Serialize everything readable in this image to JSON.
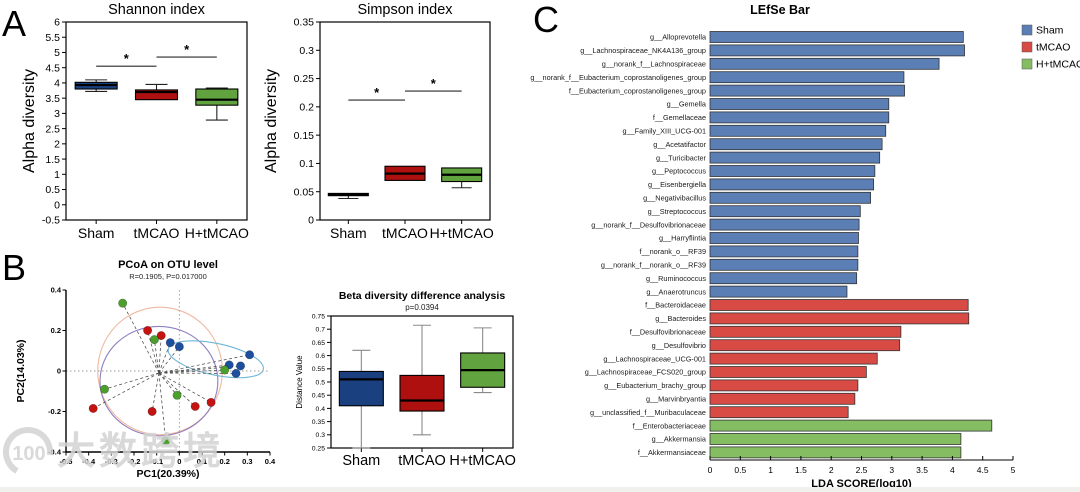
{
  "panels": {
    "a_label": "A",
    "b_label": "B",
    "c_label": "C"
  },
  "watermark": {
    "logo_text": "100",
    "text": "大数跨境"
  },
  "colors": {
    "sham_box": "#1b4080",
    "tmcao_box": "#ad100e",
    "htmcao_box": "#61a33e",
    "sham_bar": "#5b7fb5",
    "tmcao_bar": "#d84b45",
    "htmcao_bar": "#84bd62",
    "sham_point": "#1d4f9e",
    "tmcao_point": "#c41310",
    "htmcao_point": "#4ba02b",
    "axis_black": "#000000",
    "whisker_gray": "#8a8a8a",
    "sig_line": "#2a2a2a",
    "watermark_gray": "#d3d3d3"
  },
  "chart_data": [
    {
      "id": "shannon",
      "type": "box",
      "title": "Shannon index",
      "ylabel": "Alpha diversity",
      "categories": [
        "Sham",
        "tMCAO",
        "H+tMCAO"
      ],
      "ylim": [
        -0.5,
        6
      ],
      "yticks": [
        -0.5,
        0,
        0.5,
        1,
        1.5,
        2,
        2.5,
        3,
        3.5,
        4,
        4.5,
        5,
        5.5,
        6
      ],
      "boxes": [
        {
          "group": "Sham",
          "whisker_low": 3.72,
          "q1": 3.8,
          "median": 3.93,
          "q3": 4.02,
          "whisker_high": 4.1
        },
        {
          "group": "tMCAO",
          "whisker_low": 3.45,
          "q1": 3.45,
          "median": 3.7,
          "q3": 3.77,
          "whisker_high": 3.95
        },
        {
          "group": "H+tMCAO",
          "whisker_low": 2.78,
          "q1": 3.27,
          "median": 3.45,
          "q3": 3.8,
          "whisker_high": 3.83
        }
      ],
      "significance": [
        {
          "from": "Sham",
          "to": "tMCAO",
          "y": 4.55,
          "label": "*"
        },
        {
          "from": "tMCAO",
          "to": "H+tMCAO",
          "y": 4.85,
          "label": "*"
        }
      ]
    },
    {
      "id": "simpson",
      "type": "box",
      "title": "Simpson index",
      "ylabel": "Alpha diversity",
      "categories": [
        "Sham",
        "tMCAO",
        "H+tMCAO"
      ],
      "ylim": [
        0,
        0.35
      ],
      "yticks": [
        0,
        0.05,
        0.1,
        0.15,
        0.2,
        0.25,
        0.3,
        0.35
      ],
      "boxes": [
        {
          "group": "Sham",
          "whisker_low": 0.038,
          "q1": 0.043,
          "median": 0.045,
          "q3": 0.047,
          "whisker_high": 0.047
        },
        {
          "group": "tMCAO",
          "whisker_low": 0.07,
          "q1": 0.07,
          "median": 0.082,
          "q3": 0.095,
          "whisker_high": 0.095
        },
        {
          "group": "H+tMCAO",
          "whisker_low": 0.057,
          "q1": 0.068,
          "median": 0.08,
          "q3": 0.092,
          "whisker_high": 0.092
        }
      ],
      "significance": [
        {
          "from": "Sham",
          "to": "tMCAO",
          "y": 0.212,
          "label": "*"
        },
        {
          "from": "tMCAO",
          "to": "H+tMCAO",
          "y": 0.228,
          "label": "*"
        }
      ]
    },
    {
      "id": "pcoa",
      "type": "scatter",
      "title": "PCoA on OTU level",
      "subtitle": "R=0.1905, P=0.017000",
      "xlabel": "PC1(20.39%)",
      "ylabel": "PC2(14.03%)",
      "xlim": [
        -0.5,
        0.4
      ],
      "ylim": [
        -0.4,
        0.4
      ],
      "xticks": [
        -0.5,
        -0.4,
        -0.3,
        -0.2,
        -0.1,
        0,
        0.1,
        0.2,
        0.3,
        0.4
      ],
      "yticks": [
        -0.4,
        -0.2,
        0,
        0.2,
        0.4
      ],
      "centroid": [
        -0.09,
        -0.01
      ],
      "series": [
        {
          "name": "Sham",
          "points": [
            [
              -0.04,
              0.14
            ],
            [
              0.0,
              0.12
            ],
            [
              0.22,
              0.03
            ],
            [
              0.27,
              0.025
            ],
            [
              0.25,
              -0.012
            ],
            [
              0.31,
              0.08
            ]
          ]
        },
        {
          "name": "tMCAO",
          "points": [
            [
              -0.14,
              0.2
            ],
            [
              -0.08,
              0.175
            ],
            [
              -0.38,
              -0.185
            ],
            [
              -0.12,
              -0.2
            ],
            [
              0.07,
              -0.175
            ],
            [
              0.14,
              -0.155
            ]
          ]
        },
        {
          "name": "H+tMCAO",
          "points": [
            [
              -0.25,
              0.335
            ],
            [
              -0.11,
              0.155
            ],
            [
              0.2,
              0.005
            ],
            [
              -0.33,
              -0.09
            ],
            [
              -0.01,
              -0.12
            ],
            [
              -0.06,
              -0.345
            ]
          ]
        }
      ],
      "ellipses": [
        {
          "name": "ellipse-orange",
          "cx": -0.085,
          "cy": 0.0,
          "rx": 0.275,
          "ry": 0.315,
          "rotate": 0,
          "color": "#f0b9a0"
        },
        {
          "name": "ellipse-purple",
          "cx": -0.09,
          "cy": -0.05,
          "rx": 0.26,
          "ry": 0.27,
          "rotate": 0,
          "color": "#8f7fbf"
        },
        {
          "name": "ellipse-blue",
          "cx": 0.161,
          "cy": 0.058,
          "rx": 0.214,
          "ry": 0.078,
          "rotate": 12,
          "color": "#6fb6d8"
        }
      ]
    },
    {
      "id": "beta",
      "type": "box",
      "title": "Beta diversity difference analysis",
      "subtitle": "p=0.0394",
      "ylabel": "Distance Value",
      "categories": [
        "Sham",
        "tMCAO",
        "H+tMCAO"
      ],
      "ylim": [
        0.25,
        0.75
      ],
      "yticks": [
        0.25,
        0.3,
        0.35,
        0.4,
        0.45,
        0.5,
        0.55,
        0.6,
        0.65,
        0.7,
        0.75
      ],
      "boxes": [
        {
          "group": "Sham",
          "whisker_low": 0.25,
          "q1": 0.41,
          "median": 0.51,
          "q3": 0.54,
          "whisker_high": 0.62
        },
        {
          "group": "tMCAO",
          "whisker_low": 0.3,
          "q1": 0.39,
          "median": 0.43,
          "q3": 0.525,
          "whisker_high": 0.715
        },
        {
          "group": "H+tMCAO",
          "whisker_low": 0.46,
          "q1": 0.48,
          "median": 0.545,
          "q3": 0.61,
          "whisker_high": 0.705
        }
      ]
    },
    {
      "id": "lefse",
      "type": "bar",
      "title": "LEfSe Bar",
      "xlabel": "LDA SCORE(log10)",
      "xlim": [
        0,
        5
      ],
      "xticks": [
        0,
        0.5,
        1,
        1.5,
        2,
        2.5,
        3,
        3.5,
        4,
        4.5,
        5
      ],
      "legend": [
        "Sham",
        "tMCAO",
        "H+tMCAO"
      ],
      "bars": [
        {
          "taxon": "g__Alloprevotella",
          "group": "Sham",
          "value": 4.18
        },
        {
          "taxon": "g__Lachnospiraceae_NK4A136_group",
          "group": "Sham",
          "value": 4.2
        },
        {
          "taxon": "g__norank_f__Lachnospiraceae",
          "group": "Sham",
          "value": 3.78
        },
        {
          "taxon": "g__norank_f__Eubacterium_coprostanoligenes_group",
          "group": "Sham",
          "value": 3.2
        },
        {
          "taxon": "f__Eubacterium_coprostanoligenes_group",
          "group": "Sham",
          "value": 3.21
        },
        {
          "taxon": "g__Gemella",
          "group": "Sham",
          "value": 2.95
        },
        {
          "taxon": "f__Gemellaceae",
          "group": "Sham",
          "value": 2.95
        },
        {
          "taxon": "g__Family_XIII_UCG-001",
          "group": "Sham",
          "value": 2.9
        },
        {
          "taxon": "g__Acetatifactor",
          "group": "Sham",
          "value": 2.84
        },
        {
          "taxon": "g__Turicibacter",
          "group": "Sham",
          "value": 2.8
        },
        {
          "taxon": "g__Peptococcus",
          "group": "Sham",
          "value": 2.72
        },
        {
          "taxon": "g__Eisenbergiella",
          "group": "Sham",
          "value": 2.7
        },
        {
          "taxon": "g__Negativibacillus",
          "group": "Sham",
          "value": 2.65
        },
        {
          "taxon": "g__Streptococcus",
          "group": "Sham",
          "value": 2.48
        },
        {
          "taxon": "g__norank_f__Desulfovibrionaceae",
          "group": "Sham",
          "value": 2.46
        },
        {
          "taxon": "g__Harryflintia",
          "group": "Sham",
          "value": 2.45
        },
        {
          "taxon": "f__norank_o__RF39",
          "group": "Sham",
          "value": 2.44
        },
        {
          "taxon": "g__norank_f__norank_o__RF39",
          "group": "Sham",
          "value": 2.44
        },
        {
          "taxon": "g__Ruminococcus",
          "group": "Sham",
          "value": 2.42
        },
        {
          "taxon": "g__Anaerotruncus",
          "group": "Sham",
          "value": 2.26
        },
        {
          "taxon": "f__Bacteroidaceae",
          "group": "tMCAO",
          "value": 4.26
        },
        {
          "taxon": "g__Bacteroides",
          "group": "tMCAO",
          "value": 4.27
        },
        {
          "taxon": "f__Desulfovibrionaceae",
          "group": "tMCAO",
          "value": 3.15
        },
        {
          "taxon": "g__Desulfovibrio",
          "group": "tMCAO",
          "value": 3.13
        },
        {
          "taxon": "g__Lachnospiraceae_UCG-001",
          "group": "tMCAO",
          "value": 2.76
        },
        {
          "taxon": "g__Lachnospiraceae_FCS020_group",
          "group": "tMCAO",
          "value": 2.58
        },
        {
          "taxon": "g__Eubacterium_brachy_group",
          "group": "tMCAO",
          "value": 2.44
        },
        {
          "taxon": "g__Marvinbryantia",
          "group": "tMCAO",
          "value": 2.39
        },
        {
          "taxon": "g__unclassified_f__Muribaculaceae",
          "group": "tMCAO",
          "value": 2.28
        },
        {
          "taxon": "f__Enterobacteriaceae",
          "group": "H+tMCAO",
          "value": 4.65
        },
        {
          "taxon": "g__Akkermansia",
          "group": "H+tMCAO",
          "value": 4.14
        },
        {
          "taxon": "f__Akkermansiaceae",
          "group": "H+tMCAO",
          "value": 4.14
        }
      ]
    }
  ]
}
